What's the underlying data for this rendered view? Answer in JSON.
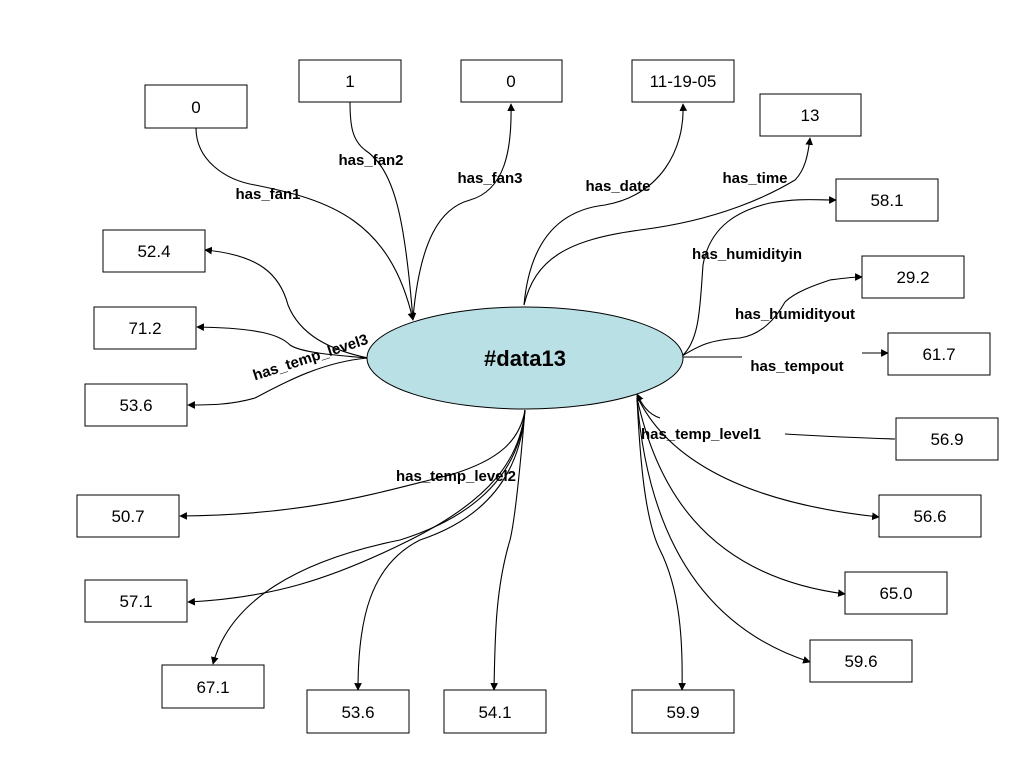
{
  "center": {
    "label": "#data13",
    "fill": "#b9e0e4"
  },
  "nodes": {
    "fan1": "0",
    "fan2": "1",
    "fan3": "0",
    "date": "11-19-05",
    "time": "13",
    "humidityin": "58.1",
    "humidityout": "29.2",
    "tempout": "61.7",
    "l3a": "52.4",
    "l3b": "71.2",
    "l3c": "53.6",
    "l1a": "56.9",
    "l1b": "56.6",
    "l1c": "65.0",
    "l1d": "59.6",
    "l1e": "59.9",
    "l2a": "50.7",
    "l2b": "57.1",
    "l2c": "67.1",
    "l2d": "53.6",
    "l2e": "54.1"
  },
  "edge_labels": {
    "has_fan1": "has_fan1",
    "has_fan2": "has_fan2",
    "has_fan3": "has_fan3",
    "has_date": "has_date",
    "has_time": "has_time",
    "has_humidityin": "has_humidityin",
    "has_humidityout": "has_humidityout",
    "has_tempout": "has_tempout",
    "has_temp_level1": "has_temp_level1",
    "has_temp_level2": "has_temp_level2",
    "has_temp_level3": "has_temp_level3"
  }
}
